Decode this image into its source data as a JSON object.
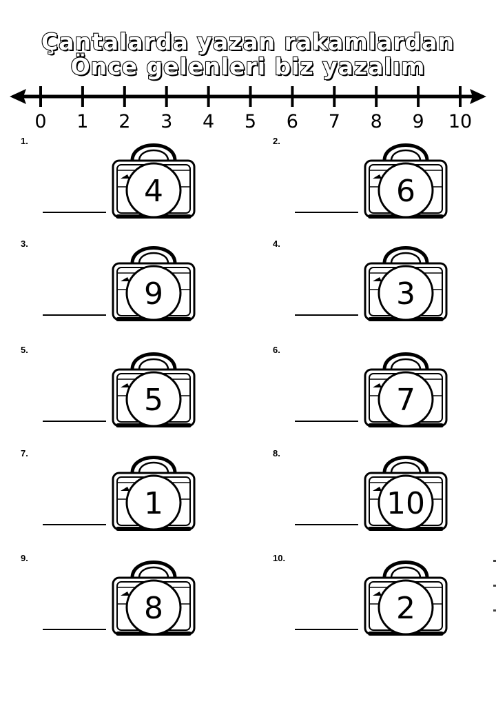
{
  "title": {
    "line1": "Çantalarda yazan rakamlardan",
    "line2": "Önce gelenleri biz yazalım"
  },
  "number_line": {
    "labels": [
      "0",
      "1",
      "2",
      "3",
      "4",
      "5",
      "6",
      "7",
      "8",
      "9",
      "10"
    ]
  },
  "items": [
    {
      "label": "1.",
      "bag_number": "4"
    },
    {
      "label": "2.",
      "bag_number": "6"
    },
    {
      "label": "3.",
      "bag_number": "9"
    },
    {
      "label": "4.",
      "bag_number": "3"
    },
    {
      "label": "5.",
      "bag_number": "5"
    },
    {
      "label": "6.",
      "bag_number": "7"
    },
    {
      "label": "7.",
      "bag_number": "1"
    },
    {
      "label": "8.",
      "bag_number": "10"
    },
    {
      "label": "9.",
      "bag_number": "8"
    },
    {
      "label": "10.",
      "bag_number": "2"
    }
  ]
}
